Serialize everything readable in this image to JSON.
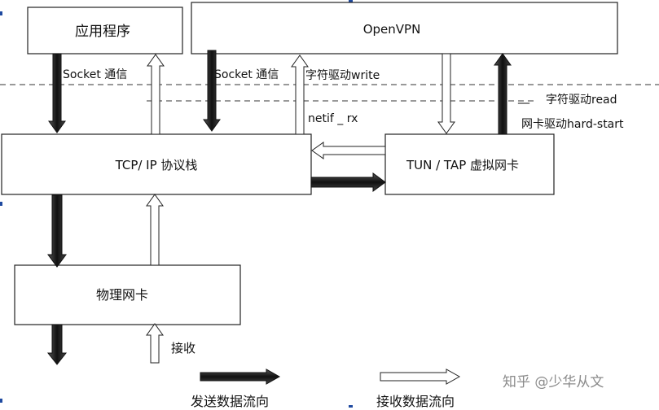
{
  "boxes": {
    "app": "应用程序",
    "openvpn": "OpenVPN",
    "tcpip": "TCP/ IP 协议栈",
    "tuntap": "TUN / TAP 虚拟网卡",
    "nic": "物理网卡"
  },
  "labels": {
    "socket_left": "Socket 通信",
    "socket_right": "Socket 通信",
    "char_write": "字符驱动write",
    "char_read": "字符驱动read",
    "netif_rx": "netif _ rx",
    "hard_start": "网卡驱动hard-start",
    "receive": "接收",
    "read_dash": "__"
  },
  "legend": {
    "send": "发送数据流向",
    "recv": "接收数据流向"
  },
  "watermark": "知乎 @少华从文",
  "colors": {
    "send_arrow": "#1c1c1c",
    "recv_arrow": "#ffffff",
    "box_border": "#222222"
  }
}
